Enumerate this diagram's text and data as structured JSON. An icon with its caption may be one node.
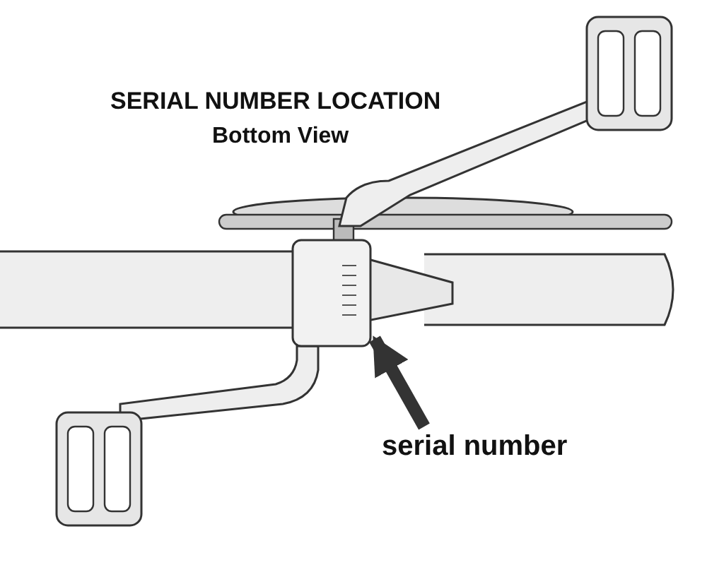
{
  "diagram": {
    "title": "SERIAL NUMBER LOCATION",
    "nodes": [
      {
        "text": [
          "serial number"
        ]
      },
      {
        "text": [],
        "shape": "box"
      }
    ],
    "edges": [
      {
        "from": 0,
        "to": 1,
        "arrow": "to"
      }
    ],
    "labels": [
      "Bottom View"
    ]
  }
}
